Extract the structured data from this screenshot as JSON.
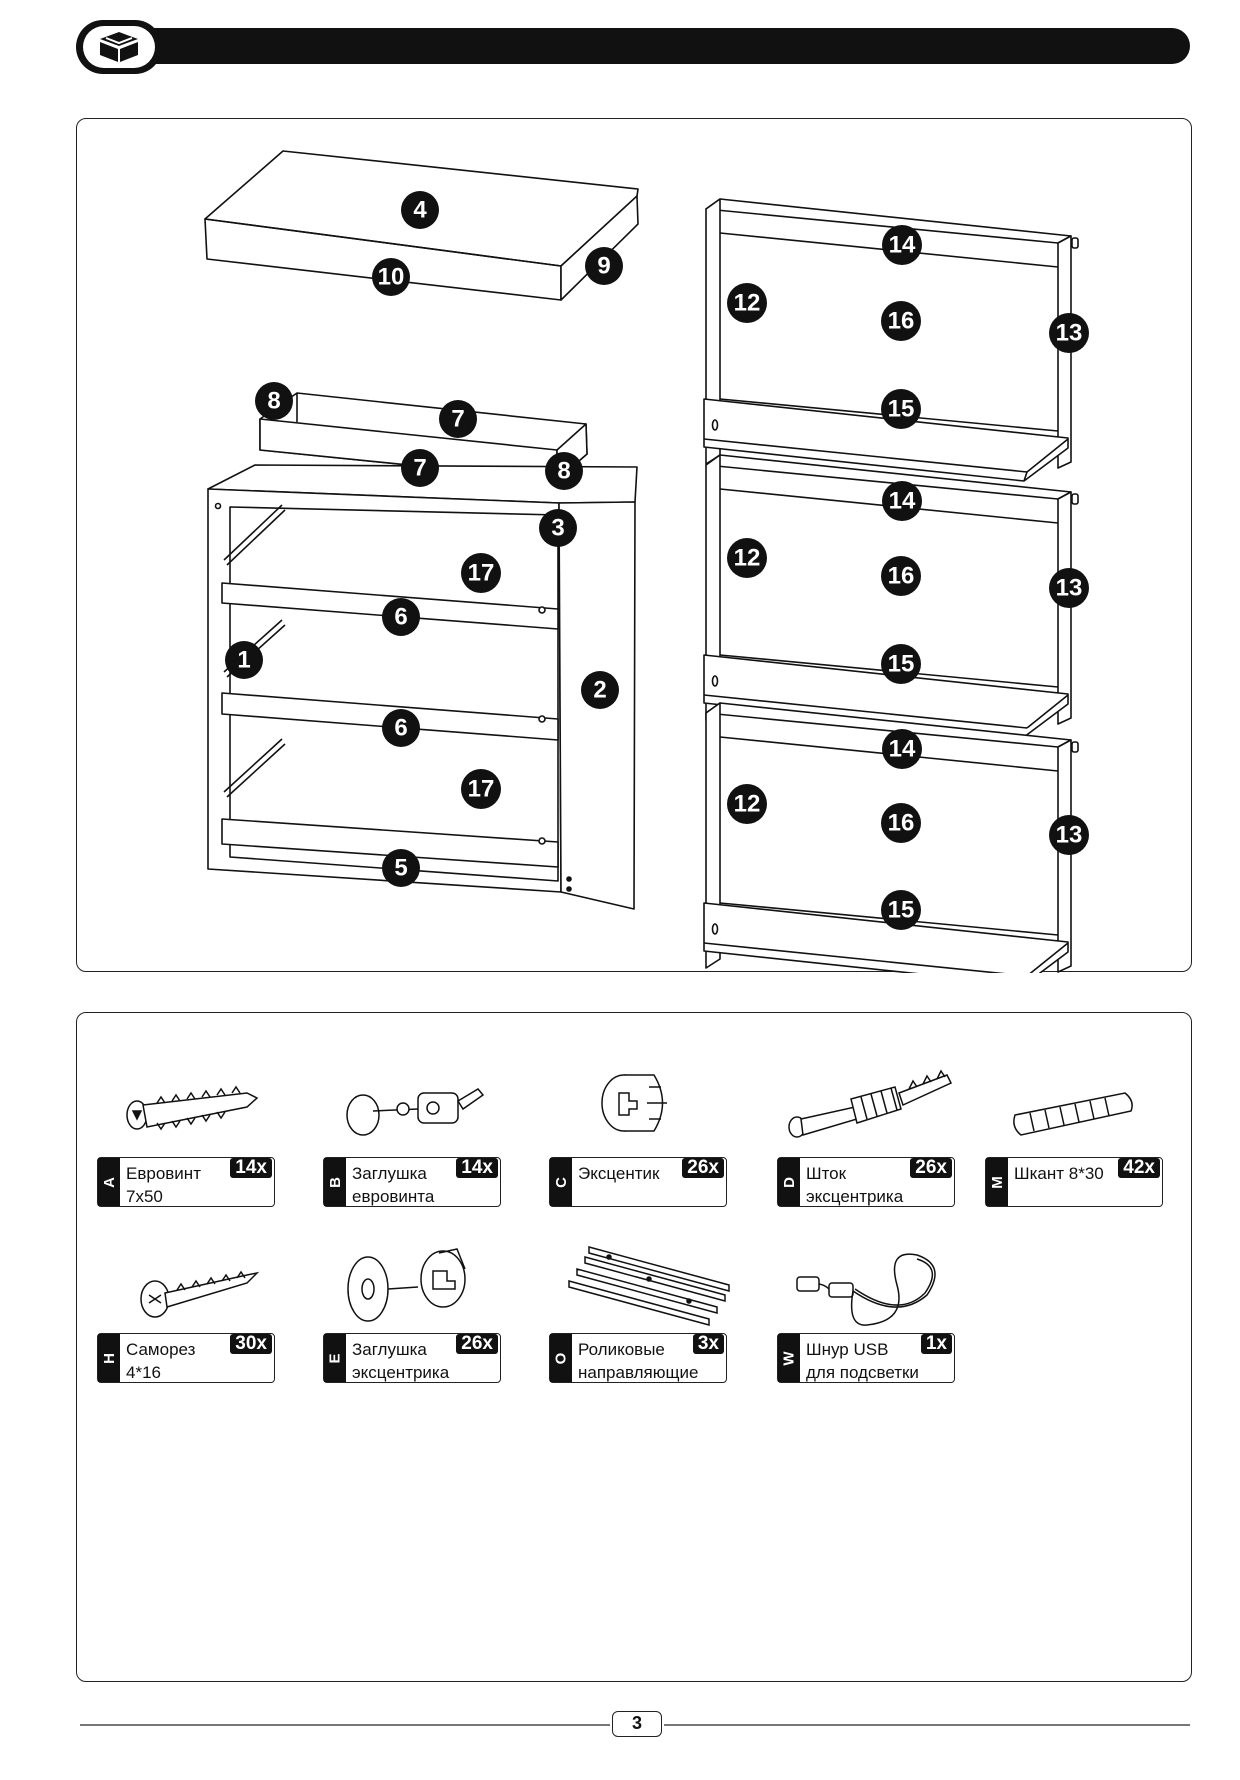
{
  "header": {
    "icon": "box-icon"
  },
  "diagram": {
    "parts": {
      "p1": "1",
      "p2": "2",
      "p3": "3",
      "p4": "4",
      "p5": "5",
      "p6a": "6",
      "p6b": "6",
      "p7a": "7",
      "p7b": "7",
      "p8a": "8",
      "p8b": "8",
      "p9": "9",
      "p10": "10",
      "p17a": "17",
      "p17b": "17",
      "d1_12": "12",
      "d1_13": "13",
      "d1_14": "14",
      "d1_15": "15",
      "d1_16": "16",
      "d2_12": "12",
      "d2_13": "13",
      "d2_14": "14",
      "d2_15": "15",
      "d2_16": "16",
      "d3_12": "12",
      "d3_13": "13",
      "d3_14": "14",
      "d3_15": "15",
      "d3_16": "16"
    }
  },
  "hardware": [
    {
      "letter": "A",
      "name": "Евровинт\n7x50",
      "qty": "14x",
      "icon": "euro-screw-icon"
    },
    {
      "letter": "B",
      "name": "Заглушка\nевровинта",
      "qty": "14x",
      "icon": "euro-screw-cap-icon"
    },
    {
      "letter": "C",
      "name": "Эксцентик",
      "qty": "26x",
      "icon": "cam-lock-icon"
    },
    {
      "letter": "D",
      "name": "Шток\nэксцентрика",
      "qty": "26x",
      "icon": "cam-bolt-icon"
    },
    {
      "letter": "M",
      "name": "Шкант 8*30",
      "qty": "42x",
      "icon": "dowel-icon"
    },
    {
      "letter": "H",
      "name": "Саморез\n4*16",
      "qty": "30x",
      "icon": "wood-screw-icon"
    },
    {
      "letter": "E",
      "name": "Заглушка\nэксцентрика",
      "qty": "26x",
      "icon": "cam-cap-icon"
    },
    {
      "letter": "O",
      "name": "Роликовые\nнаправляющие",
      "qty": "3x",
      "icon": "drawer-rails-icon"
    },
    {
      "letter": "W",
      "name": "Шнур USB\nдля подсветки",
      "qty": "1x",
      "icon": "usb-cable-icon"
    }
  ],
  "footer": {
    "page": "3"
  }
}
